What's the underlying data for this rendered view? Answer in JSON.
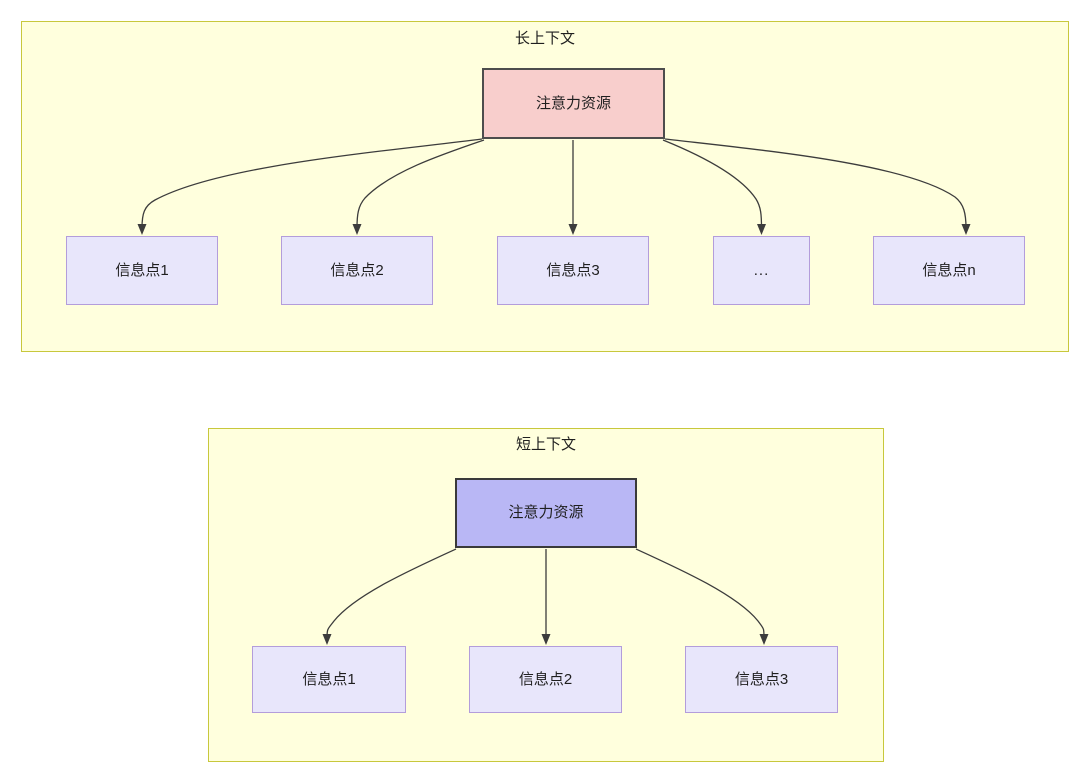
{
  "diagram": {
    "type": "flowchart",
    "panels": [
      {
        "id": "long-context",
        "title": "长上下文",
        "root": {
          "label": "注意力资源",
          "fill": "#f8cecc",
          "stroke": "#4d4d4d"
        },
        "leaves": [
          {
            "label": "信息点1"
          },
          {
            "label": "信息点2"
          },
          {
            "label": "信息点3"
          },
          {
            "label": "..."
          },
          {
            "label": "信息点n"
          }
        ],
        "edge_count": 5
      },
      {
        "id": "short-context",
        "title": "短上下文",
        "root": {
          "label": "注意力资源",
          "fill": "#b9b7f5",
          "stroke": "#3a3a3a"
        },
        "leaves": [
          {
            "label": "信息点1"
          },
          {
            "label": "信息点2"
          },
          {
            "label": "信息点3"
          }
        ],
        "edge_count": 3
      }
    ],
    "colors": {
      "panel_fill": "#ffffdd",
      "panel_border": "#c8c83c",
      "leaf_fill": "#e8e6fb",
      "leaf_border": "#b39ddb",
      "edge": "#3c3c3c",
      "text": "#1f1f1f"
    }
  }
}
